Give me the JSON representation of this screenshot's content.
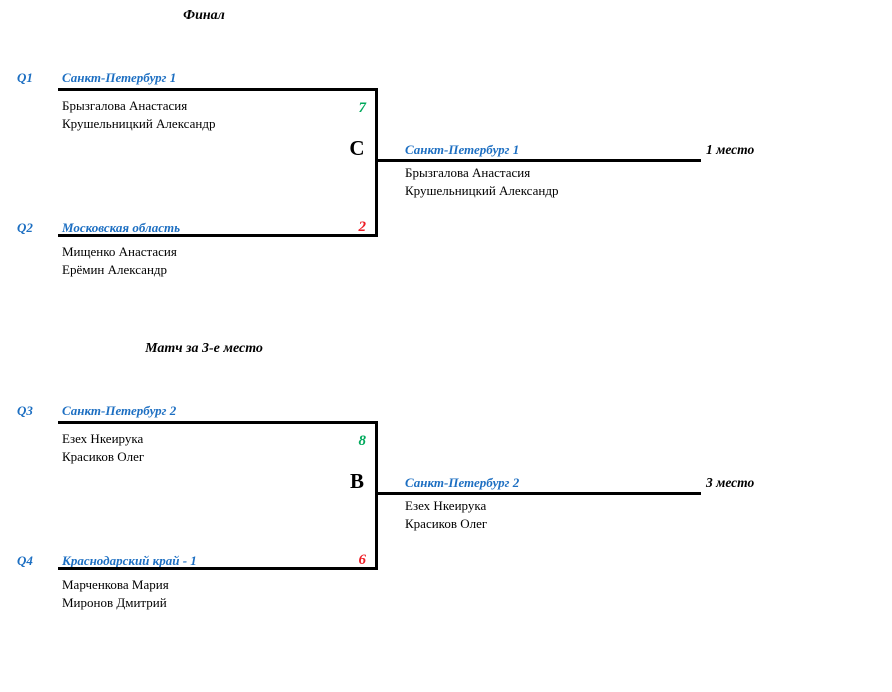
{
  "colors": {
    "team_link": "#1d6fc2",
    "win_score": "#00a95c",
    "lose_score": "#ee1c25",
    "line": "#000000",
    "text": "#000000",
    "bg": "#ffffff"
  },
  "brackets": [
    {
      "title": "Финал",
      "connector_letter": "С",
      "place_label": "1 место",
      "top": {
        "seed": "Q1",
        "team": "Санкт-Петербург 1",
        "players": [
          "Брызгалова Анастасия",
          "Крушельницкий Александр"
        ],
        "score": "7",
        "result": "win"
      },
      "bottom": {
        "seed": "Q2",
        "team": "Московская область",
        "players": [
          "Мищенко Анастасия",
          "Ерёмин Александр"
        ],
        "score": "2",
        "result": "loss"
      },
      "winner": {
        "team": "Санкт-Петербург 1",
        "players": [
          "Брызгалова Анастасия",
          "Крушельницкий Александр"
        ]
      }
    },
    {
      "title": "Матч за 3-е место",
      "connector_letter": "В",
      "place_label": "3 место",
      "top": {
        "seed": "Q3",
        "team": "Санкт-Петербург 2",
        "players": [
          "Езех Нкеирука",
          "Красиков Олег"
        ],
        "score": "8",
        "result": "win"
      },
      "bottom": {
        "seed": "Q4",
        "team": "Краснодарский край - 1",
        "players": [
          "Марченкова Мария",
          "Миронов Дмитрий"
        ],
        "score": "6",
        "result": "loss"
      },
      "winner": {
        "team": "Санкт-Петербург 2",
        "players": [
          "Езех Нкеирука",
          "Красиков Олег"
        ]
      }
    }
  ]
}
